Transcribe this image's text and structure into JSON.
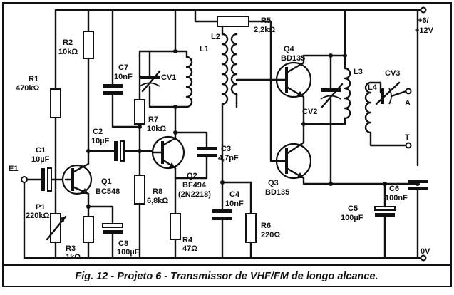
{
  "labels": {
    "E1": "E1",
    "R1": "R1",
    "R1v": "470kΩ",
    "R2": "R2",
    "R2v": "10kΩ",
    "C1": "C1",
    "C1v": "10µF",
    "P1": "P1",
    "P1v": "220kΩ",
    "R3": "R3",
    "R3v": "1kΩ",
    "C8": "C8",
    "C8v": "100µF",
    "Q1": "Q1",
    "Q1v": "BC548",
    "C7": "C7",
    "C7v": "10nF",
    "C2": "C2",
    "C2v": "10µF",
    "CV1": "CV1",
    "R7": "R7",
    "R7v": "10kΩ",
    "R8": "R8",
    "R8v": "6,8kΩ",
    "Q2": "Q2",
    "Q2v": "BF494",
    "Q2alt": "(2N2218)",
    "R4": "R4",
    "R4v": "47Ω",
    "C3": "C3",
    "C3v": "4,7pF",
    "L1": "L1",
    "L2": "L2",
    "R5": "R5",
    "R5v": "2,2kΩ",
    "C4": "C4",
    "C4v": "10nF",
    "R6": "R6",
    "R6v": "220Ω",
    "Q4": "Q4",
    "Q4v": "BD135",
    "Q3": "Q3",
    "Q3v": "BD135",
    "CV2": "CV2",
    "L3": "L3",
    "L4": "L4",
    "CV3": "CV3",
    "A": "A",
    "T": "T",
    "C5": "C5",
    "C5v": "100µF",
    "C6": "C6",
    "C6v": "100nF",
    "Vplus": "+6/",
    "Vplus2": "+12V",
    "V0": "0V"
  },
  "caption": "Fig. 12 - Projeto 6 - Transmissor de VHF/FM de longo alcance."
}
